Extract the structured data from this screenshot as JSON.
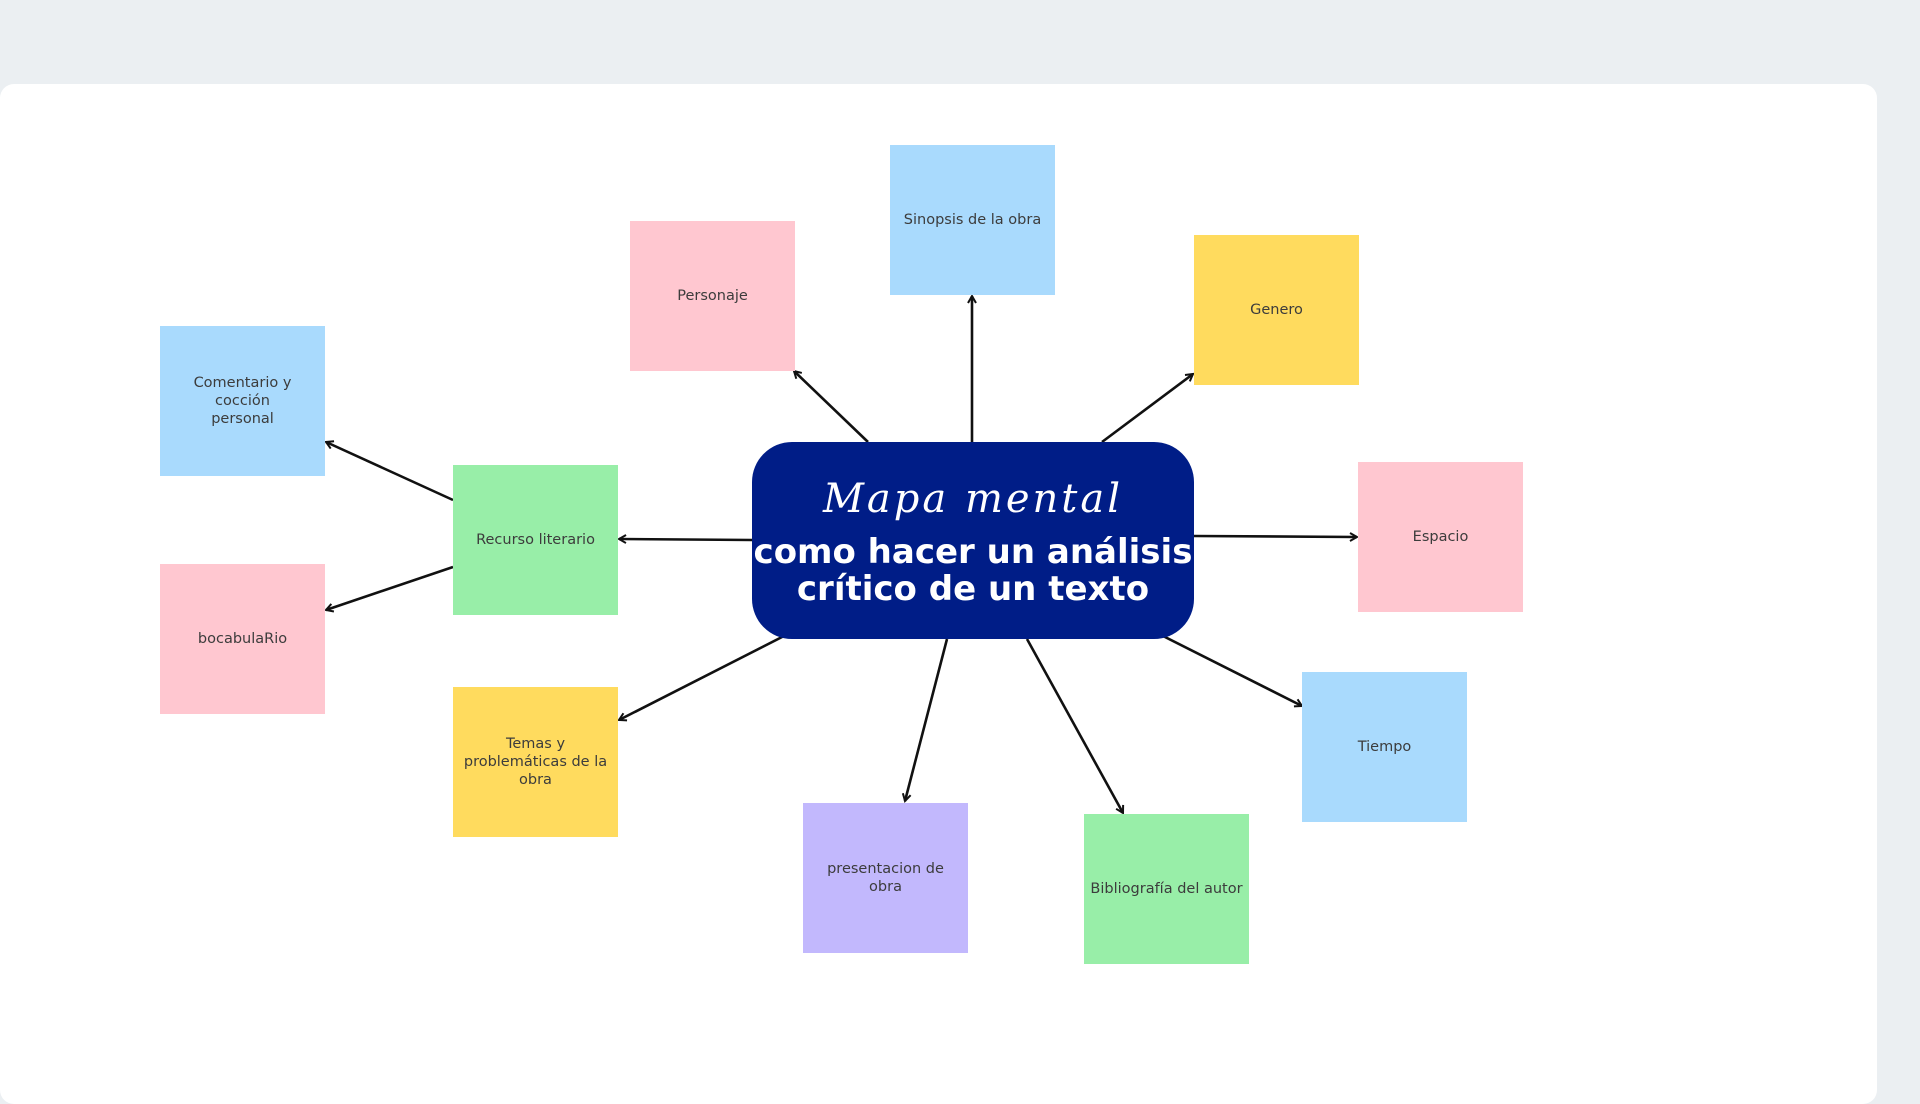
{
  "center": {
    "subtitle": "Mapa mental",
    "title": "como hacer un análisis\ncrítico de un texto",
    "color": "#001d87"
  },
  "notes": {
    "sinopsis": "Sinopsis de la obra",
    "personaje": "Personaje",
    "genero": "Genero",
    "espacio": "Espacio",
    "tiempo": "Tiempo",
    "bibliografia": "Bibliografía del autor",
    "presentacion": "presentacion de obra",
    "temas": "Temas  y\nproblemáticas de la\nobra",
    "recurso": "Recurso literario",
    "comentario": "Comentario y cocción\npersonal",
    "vocabulario": "bocabulaRio"
  },
  "colors": {
    "pink": "#ffc7d0",
    "blue": "#a9dafd",
    "yellow": "#ffdb5e",
    "green": "#98eea8",
    "purple": "#c2b8fd",
    "background": "#ebeff2"
  }
}
